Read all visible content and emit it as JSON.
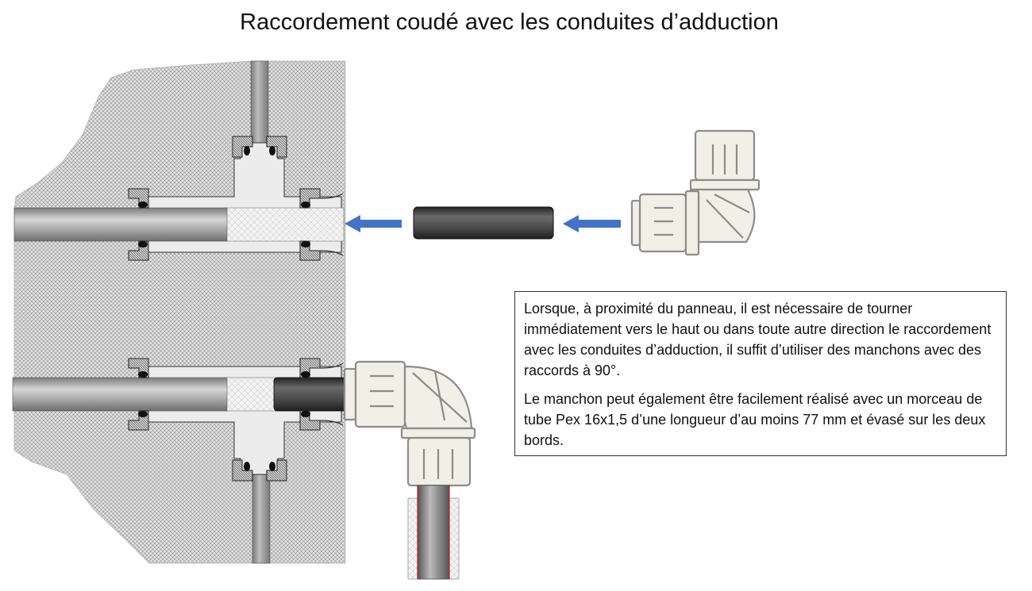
{
  "title": "Raccordement coudé avec les conduites d’adduction",
  "description": {
    "paragraphs": [
      "Lorsque, à proximité du panneau, il est nécessaire de tourner immédiatement vers le haut ou dans toute autre direction le raccordement avec les conduites d’adduction, il suffit d’utiliser des manchons avec des raccords à 90°.",
      "Le manchon peut également être facilement réalisé avec un morceau de tube Pex 16x1,5 d’une longueur d’au moins 77 mm et évasé sur les deux bords."
    ]
  },
  "colors": {
    "arrow": "#4472c4",
    "pipe": "#a6a6a6",
    "sleeve": "#404040",
    "fitting": "#f2efe6",
    "fitting_outline": "#8c8c8c",
    "wall_hatch": "#888888"
  },
  "icons": {
    "arrow": "arrow-left-icon",
    "elbow": "elbow-fitting-icon"
  }
}
